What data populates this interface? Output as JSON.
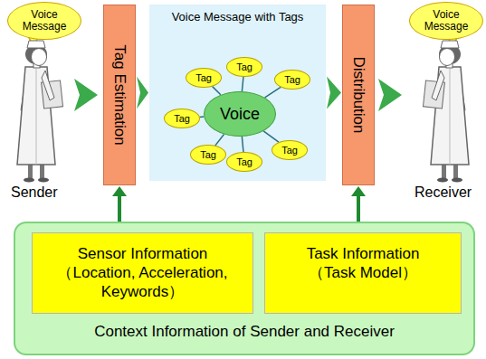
{
  "diagram": {
    "nodes": [
      {
        "text": [
          "Voice Message"
        ]
      },
      {
        "text": [
          "Tag Estimation"
        ]
      },
      {
        "text": [
          "Voice Message with Tags"
        ]
      },
      {
        "text": [
          "Voice"
        ],
        "in": 2
      },
      {
        "text": [
          "Tag"
        ],
        "in": 2
      },
      {
        "text": [
          "Tag"
        ],
        "in": 2
      },
      {
        "text": [
          "Tag"
        ],
        "in": 2
      },
      {
        "text": [
          "Tag"
        ],
        "in": 2
      },
      {
        "text": [
          "Tag"
        ],
        "in": 2
      },
      {
        "text": [
          "Tag"
        ],
        "in": 2
      },
      {
        "text": [
          "Tag"
        ],
        "in": 2
      },
      {
        "text": [
          "Distribution"
        ]
      },
      {
        "text": [
          "Voice Message"
        ]
      },
      {
        "text": [
          "Context Information of Sender and Receiver"
        ]
      },
      {
        "text": [
          "Sensor Information",
          "（Location, Acceleration, Keywords）"
        ],
        "in": 13
      },
      {
        "text": [
          "Task Information",
          "（Task Model）"
        ],
        "in": 13
      }
    ],
    "edges": [
      {
        "from": 1,
        "to": 2,
        "arrow": "to"
      },
      {
        "from": 2,
        "to": 11,
        "arrow": "to"
      },
      {
        "from": 13,
        "to": 1,
        "arrow": "to"
      },
      {
        "from": 13,
        "to": 11,
        "arrow": "to"
      },
      {
        "from": 3,
        "to": 4,
        "arrow": "none"
      },
      {
        "from": 3,
        "to": 5,
        "arrow": "none"
      },
      {
        "from": 3,
        "to": 6,
        "arrow": "none"
      },
      {
        "from": 3,
        "to": 7,
        "arrow": "none"
      },
      {
        "from": 3,
        "to": 8,
        "arrow": "none"
      },
      {
        "from": 3,
        "to": 9,
        "arrow": "none"
      },
      {
        "from": 3,
        "to": 10,
        "arrow": "none"
      }
    ],
    "labels": [
      "Sender",
      "Receiver"
    ]
  }
}
